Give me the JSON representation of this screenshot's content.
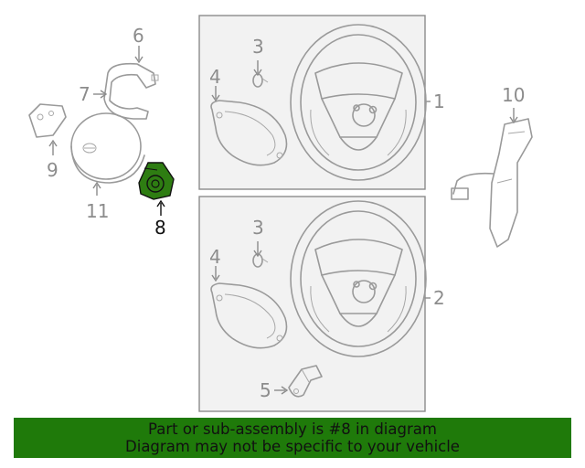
{
  "colors": {
    "banner_bg": "#1f7a0a",
    "highlight_part": "#2e7d12",
    "frame_bg": "#f2f2f2",
    "line": "#9a9a9a"
  },
  "callouts": {
    "c1": "1",
    "c2": "2",
    "c3_top": "3",
    "c3_bottom": "3",
    "c4_top": "4",
    "c4_bottom": "4",
    "c5": "5",
    "c6": "6",
    "c7": "7",
    "c8": "8",
    "c9": "9",
    "c10": "10",
    "c11": "11"
  },
  "banner": {
    "line1": "Part or sub-assembly is #8 in diagram",
    "line2": "Diagram may not be specific to your vehicle"
  }
}
